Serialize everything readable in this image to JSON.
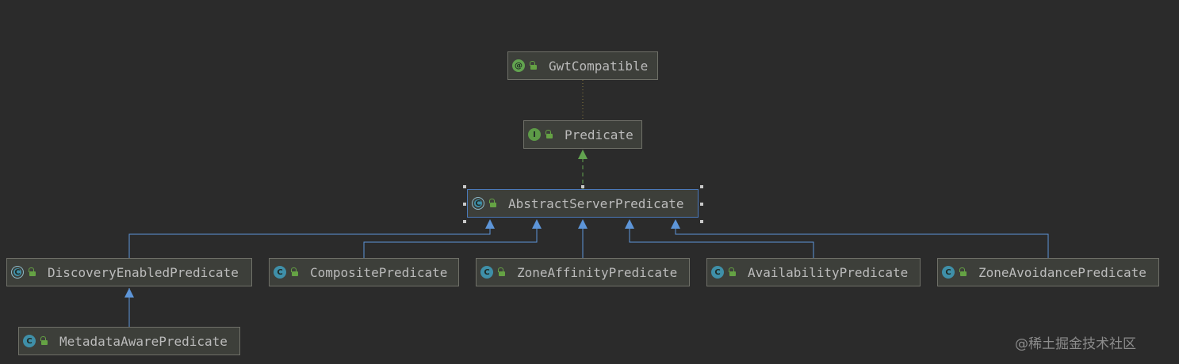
{
  "diagram": {
    "nodes": {
      "gwt": {
        "label": "GwtCompatible",
        "kind": "annotation",
        "icon_char": "@"
      },
      "predicate": {
        "label": "Predicate",
        "kind": "interface",
        "icon_char": "I"
      },
      "abstract": {
        "label": "AbstractServerPredicate",
        "kind": "abstract-class",
        "icon_char": "C"
      },
      "discovery": {
        "label": "DiscoveryEnabledPredicate",
        "kind": "abstract-class",
        "icon_char": "C"
      },
      "composite": {
        "label": "CompositePredicate",
        "kind": "class",
        "icon_char": "C"
      },
      "zoneaffinity": {
        "label": "ZoneAffinityPredicate",
        "kind": "class",
        "icon_char": "C"
      },
      "availability": {
        "label": "AvailabilityPredicate",
        "kind": "class",
        "icon_char": "C"
      },
      "zoneavoidance": {
        "label": "ZoneAvoidancePredicate",
        "kind": "class",
        "icon_char": "C"
      },
      "metadata": {
        "label": "MetadataAwarePredicate",
        "kind": "class",
        "icon_char": "C"
      }
    },
    "edges": [
      {
        "from": "predicate",
        "to": "gwt",
        "type": "annotated-with"
      },
      {
        "from": "abstract",
        "to": "predicate",
        "type": "implements"
      },
      {
        "from": "discovery",
        "to": "abstract",
        "type": "extends"
      },
      {
        "from": "composite",
        "to": "abstract",
        "type": "extends"
      },
      {
        "from": "zoneaffinity",
        "to": "abstract",
        "type": "extends"
      },
      {
        "from": "availability",
        "to": "abstract",
        "type": "extends"
      },
      {
        "from": "zoneavoidance",
        "to": "abstract",
        "type": "extends"
      },
      {
        "from": "metadata",
        "to": "discovery",
        "type": "extends"
      }
    ],
    "selected": "abstract"
  },
  "colors": {
    "background": "#2b2b2b",
    "node_fill": "#3d3f3a",
    "extends_arrow": "#5d95d8",
    "implements_arrow": "#62a34f",
    "annotation_link": "#8a7a3e",
    "selection_border": "#4b79b9"
  },
  "watermark": "@稀土掘金技术社区"
}
